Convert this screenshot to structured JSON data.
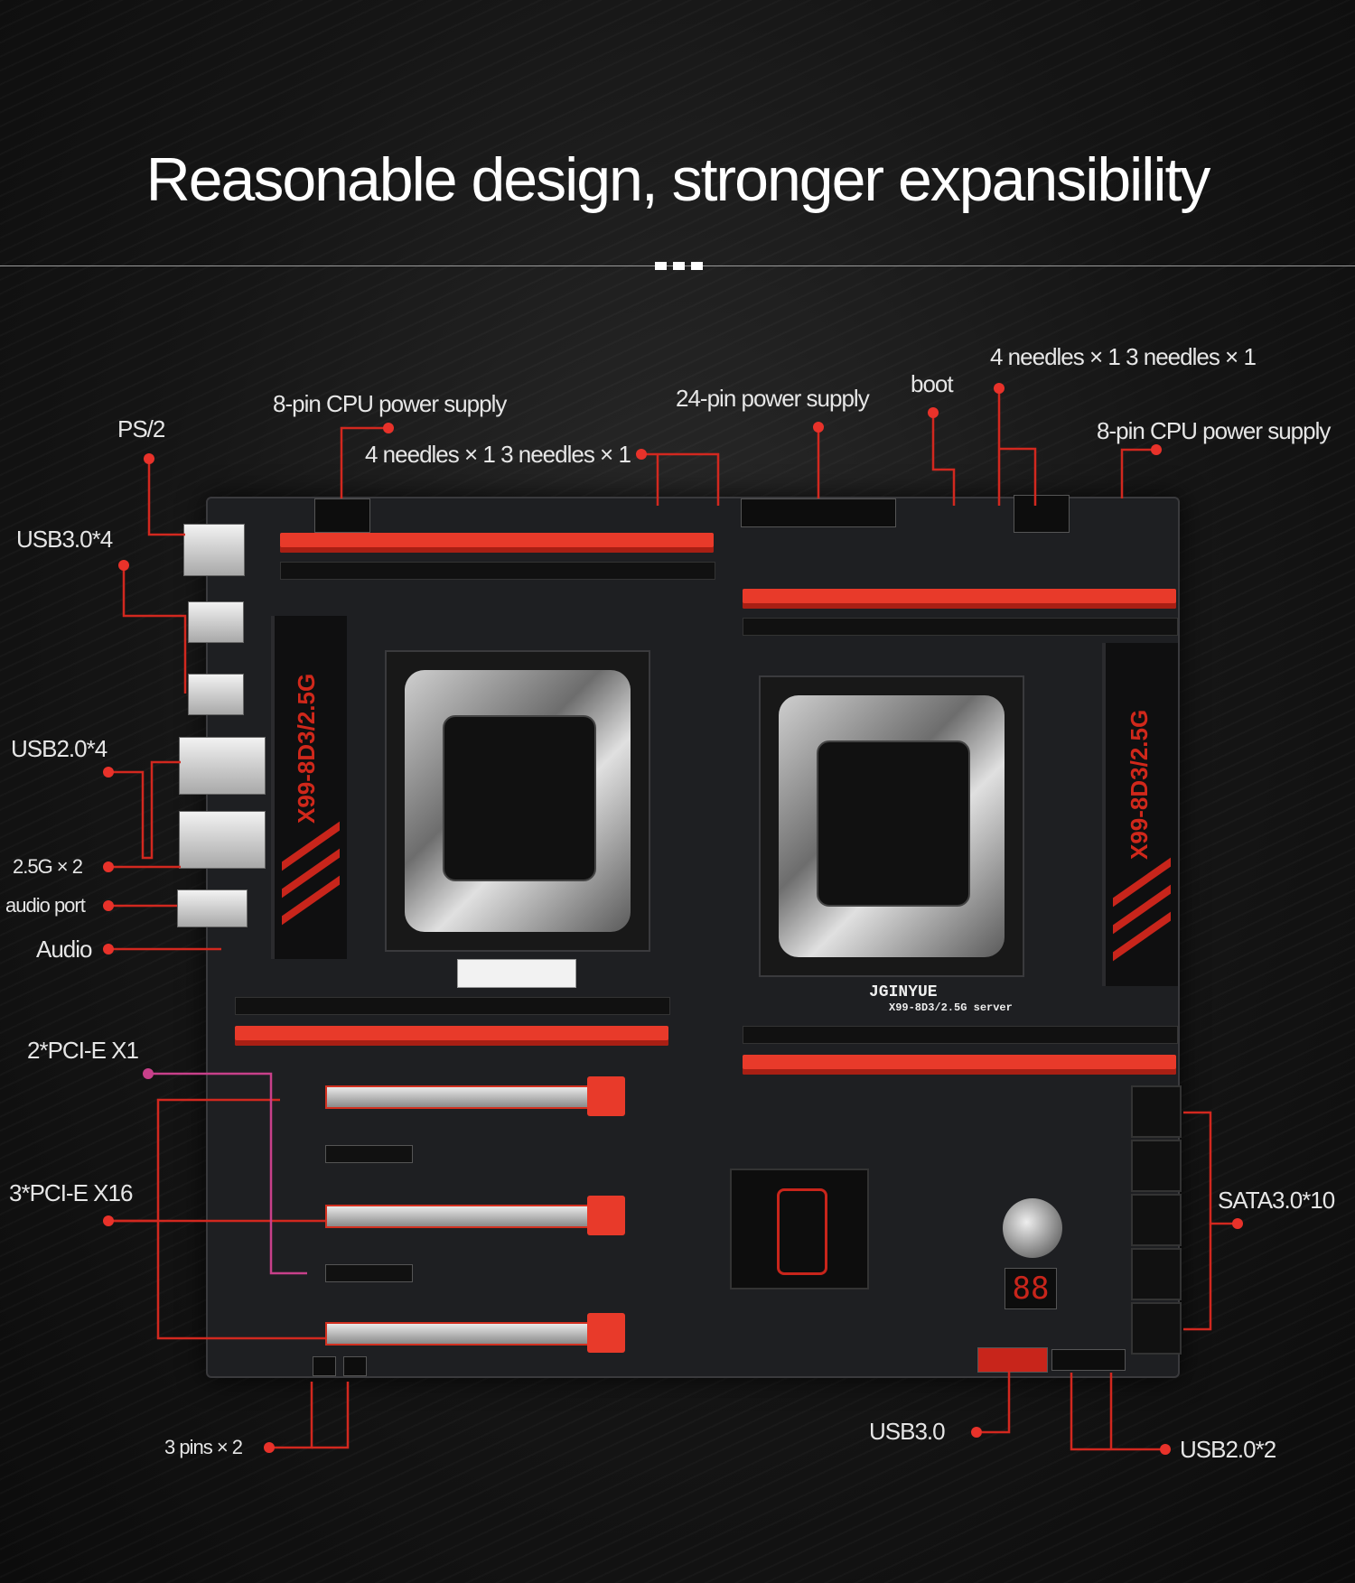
{
  "title": "Reasonable design, stronger expansibility",
  "labels": {
    "ps2": "PS/2",
    "usb30x4": "USB3.0*4",
    "usb20x4": "USB2.0*4",
    "lan": "2.5G  × 2",
    "audio_port": "audio port",
    "audio": "Audio",
    "pcie_x1": "2*PCI-E X1",
    "pcie_x16": "3*PCI-E X16",
    "three_pins": "3 pins × 2",
    "cpu8pin_left": "8-pin CPU power supply",
    "needles_left": "4 needles × 1 3 needles × 1",
    "power24": "24-pin power supply",
    "boot": "boot",
    "needles_right": "4 needles × 1 3 needles × 1",
    "cpu8pin_right": "8-pin CPU power supply",
    "sata": "SATA3.0*10",
    "usb30": "USB3.0",
    "usb20x2": "USB2.0*2"
  },
  "board": {
    "heatsink_text_left": "X99-8D3/2.5G",
    "heatsink_text_right": "X99-8D3/2.5G",
    "brand": "JGINYUE",
    "model": "X99-8D3/2.5G server",
    "post_code": "88"
  },
  "colors": {
    "accent": "#e83a2a",
    "dot": "#e8322a",
    "pcie_x1_line": "#c8408a"
  }
}
